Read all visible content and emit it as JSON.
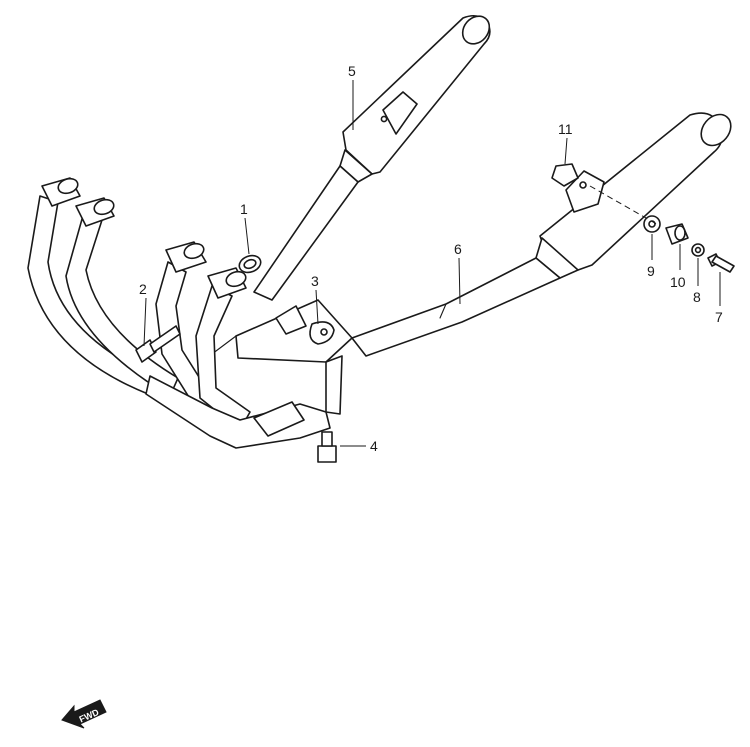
{
  "diagram": {
    "callouts": [
      {
        "id": "1",
        "label": "1"
      },
      {
        "id": "2",
        "label": "2"
      },
      {
        "id": "3",
        "label": "3"
      },
      {
        "id": "4",
        "label": "4"
      },
      {
        "id": "5",
        "label": "5"
      },
      {
        "id": "6",
        "label": "6"
      },
      {
        "id": "7",
        "label": "7"
      },
      {
        "id": "8",
        "label": "8"
      },
      {
        "id": "9",
        "label": "9"
      },
      {
        "id": "10",
        "label": "10"
      },
      {
        "id": "11",
        "label": "11"
      }
    ],
    "direction_badge": {
      "label": "FWD"
    },
    "colors": {
      "line": "#1a1a1a",
      "background": "#ffffff"
    }
  }
}
